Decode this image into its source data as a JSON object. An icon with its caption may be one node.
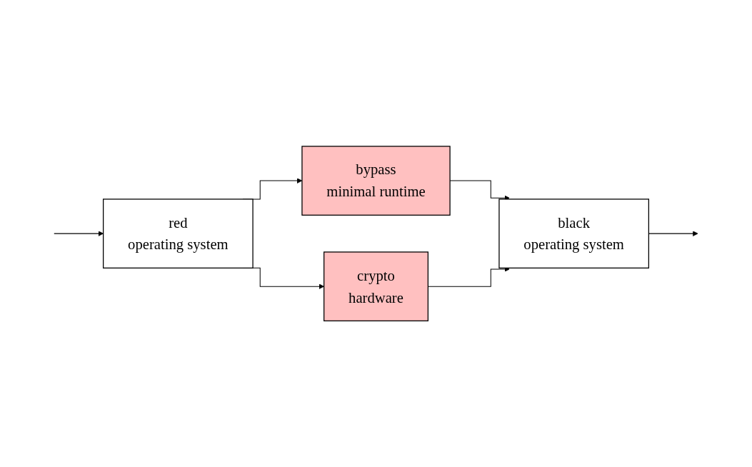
{
  "diagram": {
    "nodes": [
      {
        "text": [
          "bypass",
          "minimal runtime"
        ]
      },
      {
        "text": [
          "red",
          "operating system"
        ]
      },
      {
        "text": [
          "black",
          "operating system"
        ]
      },
      {
        "text": [
          "crypto",
          "hardware"
        ]
      }
    ],
    "edges": [
      {
        "from": null,
        "to": 1,
        "arrow": "to"
      },
      {
        "from": 1,
        "to": 0,
        "arrow": "to"
      },
      {
        "from": 1,
        "to": 3,
        "arrow": "to"
      },
      {
        "from": 0,
        "to": 2,
        "arrow": "to"
      },
      {
        "from": 3,
        "to": 2,
        "arrow": "to"
      },
      {
        "from": 2,
        "to": null,
        "arrow": "to"
      }
    ]
  }
}
